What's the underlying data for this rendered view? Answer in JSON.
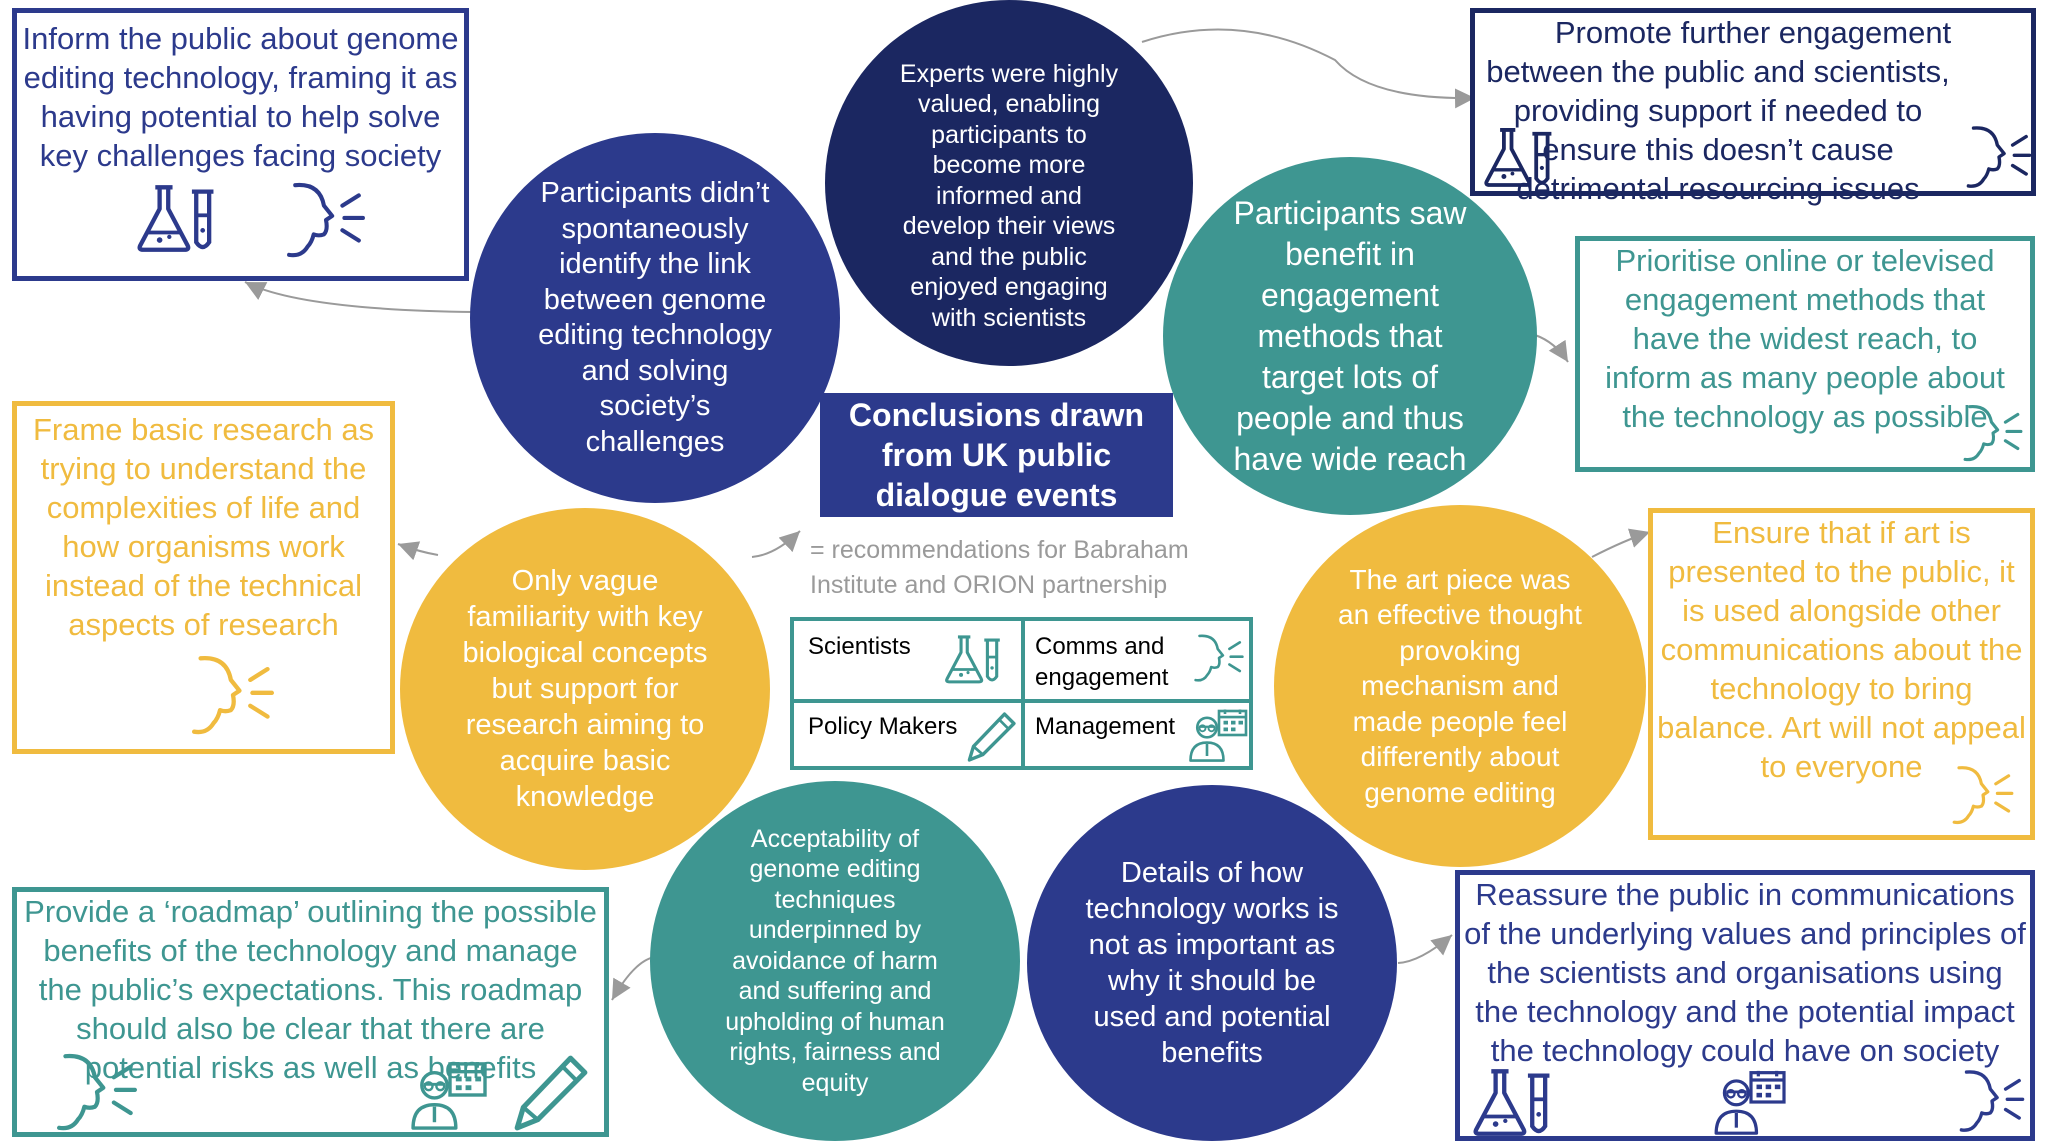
{
  "title": "Conclusions drawn from UK public dialogue events",
  "legend_note": "= recommendations for Babraham Institute and ORION partnership",
  "legend": {
    "scientists": "Scientists",
    "comms": "Comms and engagement",
    "policy": "Policy Makers",
    "management": "Management"
  },
  "circles": {
    "c1": "Participants didn’t spontaneously identify the link between genome editing technology and solving society’s challenges",
    "c2": "Experts were highly valued, enabling participants to become more informed and develop their views and the public enjoyed engaging with scientists",
    "c3": "Participants saw benefit in engagement methods that target lots of people and thus have wide reach",
    "c4": "Only vague familiarity with key biological concepts but support for research aiming to acquire basic knowledge",
    "c5": "The art piece was an effective thought provoking mechanism and made people feel differently about genome editing",
    "c6": "Acceptability of genome editing techniques underpinned by avoidance of harm and suffering and upholding of human rights, fairness and equity",
    "c7": "Details of how technology works is not as important as why it should be used and potential benefits"
  },
  "recommendations": {
    "r1": "Inform the public about genome editing technology, framing it as having potential to help solve key challenges facing society",
    "r2": "Promote further engagement between the public and scientists, providing support if needed to ensure this doesn’t cause detrimental resourcing issues",
    "r3": "Prioritise online or televised engagement methods that have the widest reach, to inform as many people about the technology as possible",
    "r4": "Frame basic research as trying to understand the complexities of life and how organisms work instead of the technical aspects of research",
    "r5": "Ensure that if art is presented to the public, it is used alongside other communications about the technology to bring balance. Art will not appeal to everyone",
    "r6": "Provide a ‘roadmap’ outlining the possible benefits of the technology and manage the public’s expectations. This roadmap should also be clear that there are potential risks as well as benefits",
    "r7": "Reassure the public in communications of the underlying values and principles of the scientists and organisations using the technology and the potential impact the technology could have on society"
  },
  "colors": {
    "navy": "#2c3a8c",
    "deep_navy": "#1b2761",
    "teal": "#3e9691",
    "yellow": "#f0bb3f"
  }
}
